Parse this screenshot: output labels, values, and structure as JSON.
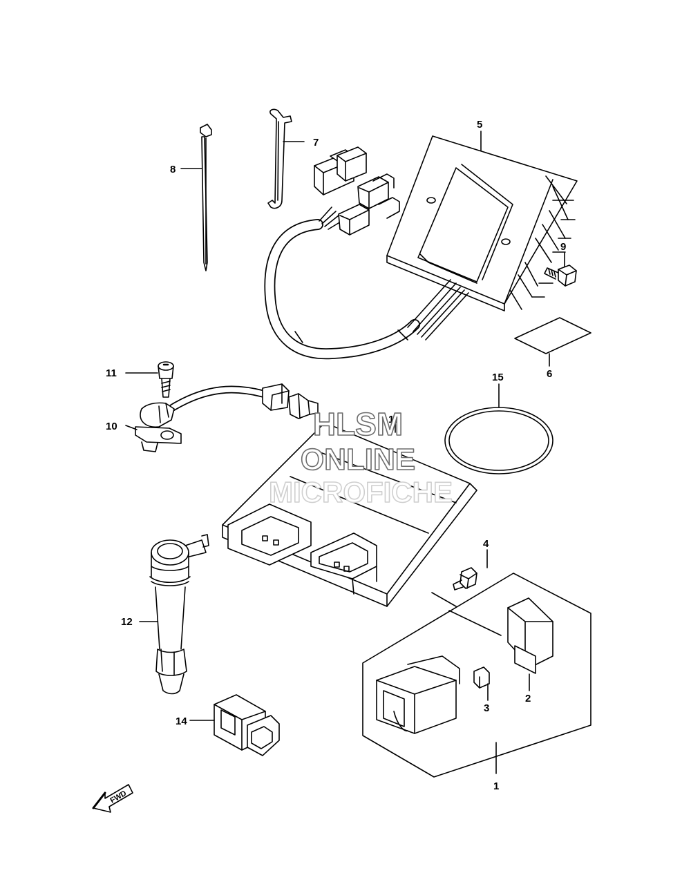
{
  "callouts": [
    {
      "id": "1",
      "label": "1"
    },
    {
      "id": "2",
      "label": "2"
    },
    {
      "id": "3",
      "label": "3"
    },
    {
      "id": "4",
      "label": "4"
    },
    {
      "id": "5",
      "label": "5"
    },
    {
      "id": "6",
      "label": "6"
    },
    {
      "id": "7",
      "label": "7"
    },
    {
      "id": "8",
      "label": "8"
    },
    {
      "id": "9",
      "label": "9"
    },
    {
      "id": "10",
      "label": "10"
    },
    {
      "id": "11",
      "label": "11"
    },
    {
      "id": "12",
      "label": "12"
    },
    {
      "id": "13",
      "label": "13"
    },
    {
      "id": "14",
      "label": "14"
    },
    {
      "id": "15",
      "label": "15"
    }
  ],
  "watermark": {
    "line1": "HLSM",
    "line2": "ONLINE",
    "line3": "MICROFICHE"
  },
  "fwd_label": "FWD"
}
